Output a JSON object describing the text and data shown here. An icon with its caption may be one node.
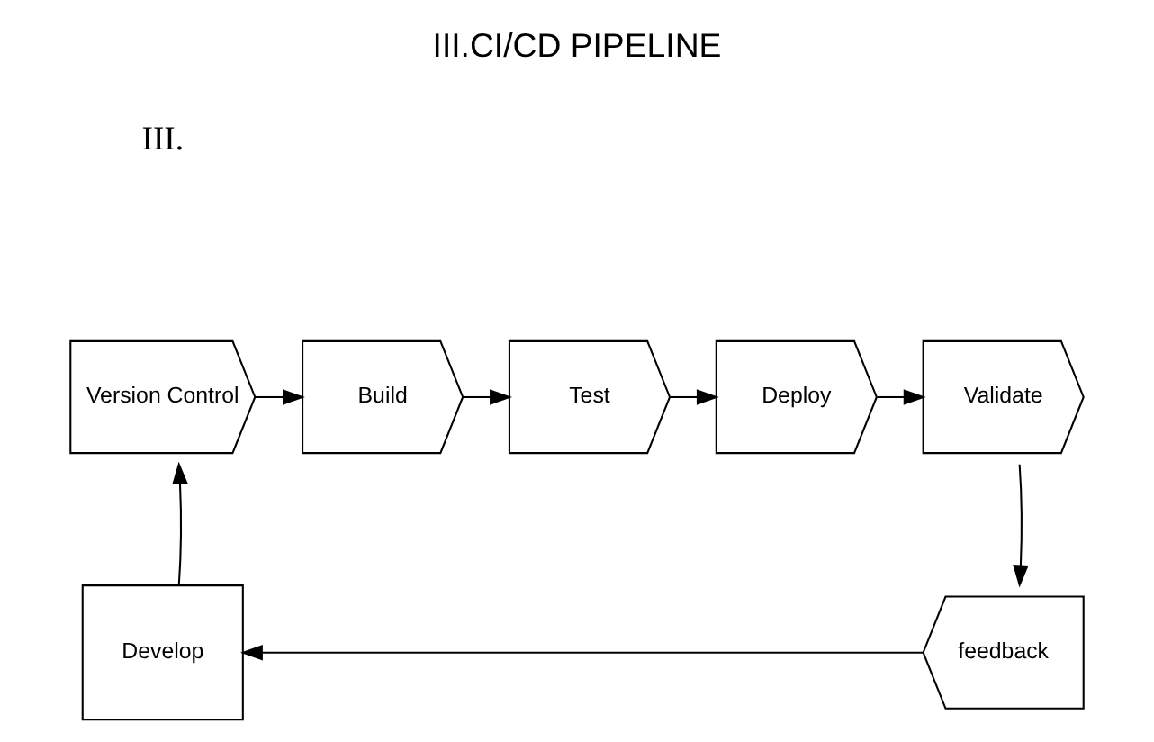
{
  "diagram": {
    "title": "III.CI/CD PIPELINE",
    "nodes": [
      {
        "text": [
          "Version Control"
        ]
      },
      {
        "text": [
          "Build"
        ]
      },
      {
        "text": [
          "Test"
        ]
      },
      {
        "text": [
          "Deploy"
        ]
      },
      {
        "text": [
          "Validate"
        ]
      },
      {
        "text": [
          "feedback"
        ]
      },
      {
        "text": [
          "Develop"
        ]
      }
    ],
    "edges": [
      {
        "from": 0,
        "to": 1,
        "arrow": "to"
      },
      {
        "from": 1,
        "to": 2,
        "arrow": "to"
      },
      {
        "from": 2,
        "to": 3,
        "arrow": "to"
      },
      {
        "from": 3,
        "to": 4,
        "arrow": "to"
      },
      {
        "from": 4,
        "to": 5,
        "arrow": "to"
      },
      {
        "from": 5,
        "to": 6,
        "arrow": "to"
      },
      {
        "from": 6,
        "to": 0,
        "arrow": "to"
      }
    ],
    "labels": [
      "III."
    ]
  }
}
